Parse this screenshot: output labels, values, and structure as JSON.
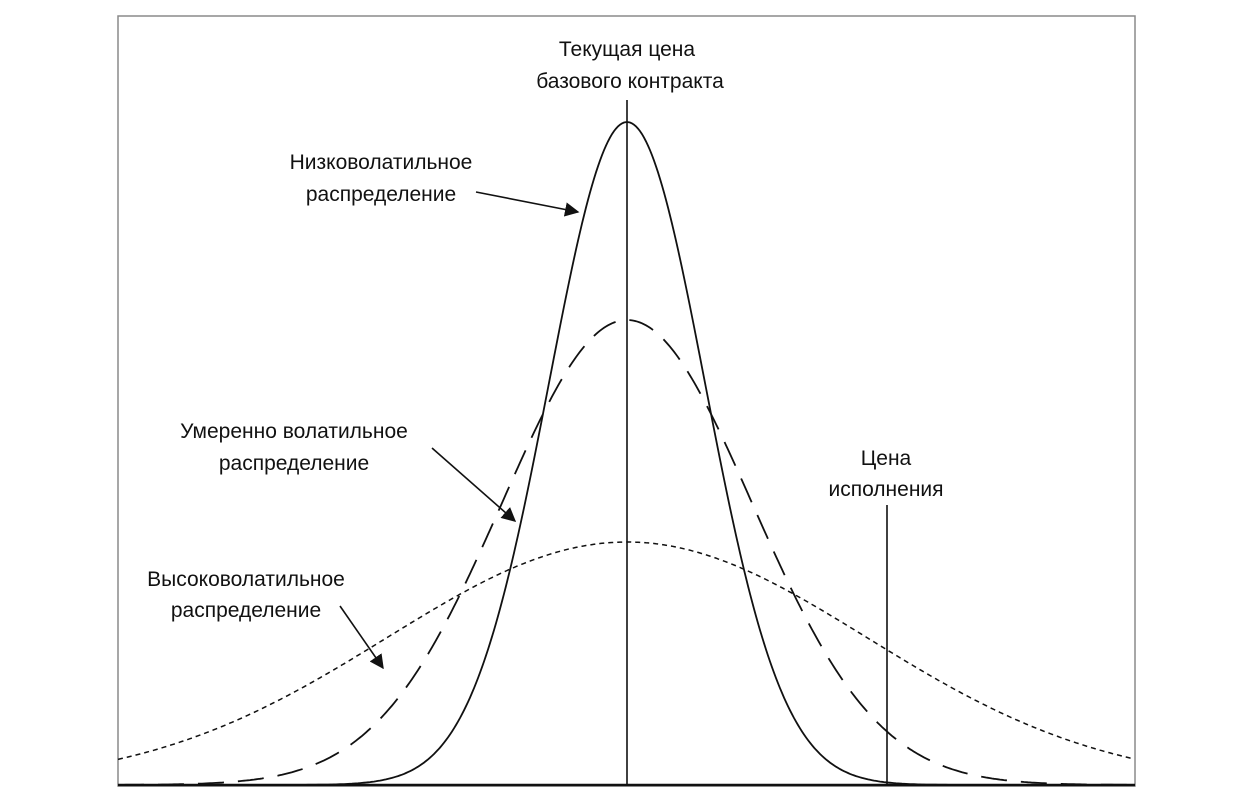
{
  "labels": {
    "current_price_line1": "Текущая цена",
    "current_price_line2": "базового контракта",
    "low_vol_line1": "Низковолатильное",
    "low_vol_line2": "распределение",
    "mid_vol_line1": "Умеренно волатильное",
    "mid_vol_line2": "распределение",
    "high_vol_line1": "Высоковолатильное",
    "high_vol_line2": "распределение",
    "strike_line1": "Цена",
    "strike_line2": "исполнения"
  },
  "colors": {
    "ink": "#111111",
    "frame": "#8a8a8a",
    "background": "#ffffff"
  }
}
